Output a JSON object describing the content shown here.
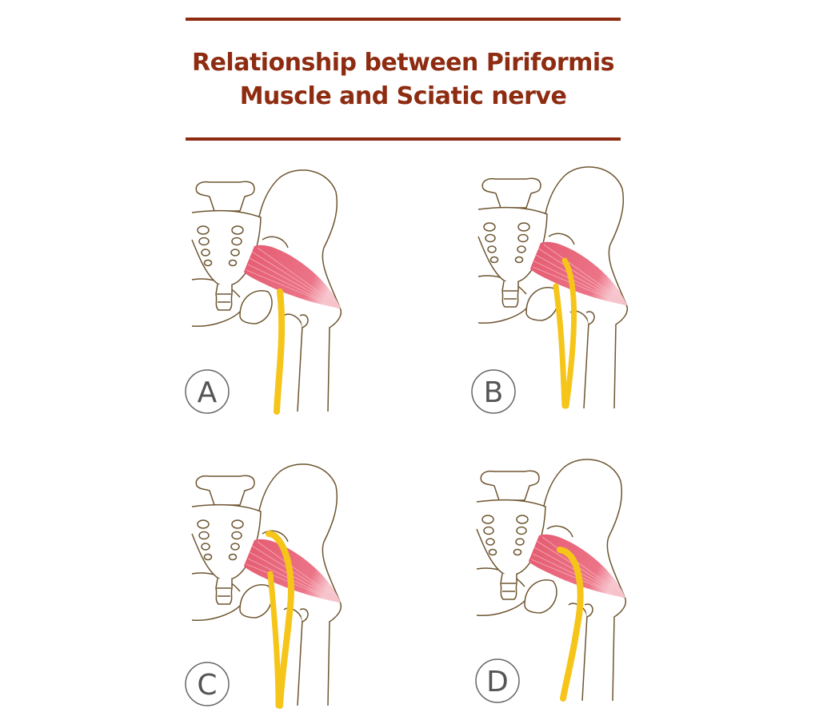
{
  "title_line1": "Relationship between Piriformis",
  "title_line2": "Muscle and Sciatic nerve",
  "panels": [
    {
      "label": "A",
      "variant": "nerve passes below muscle"
    },
    {
      "label": "B",
      "variant": "nerve divides, one branch through muscle, one below"
    },
    {
      "label": "C",
      "variant": "nerve divides, one branch above muscle, one below"
    },
    {
      "label": "D",
      "variant": "nerve passes through muscle"
    }
  ],
  "colors": {
    "title": "#8e2c12",
    "muscle": "#e9697c",
    "nerve": "#f6c519",
    "bone_outline": "#6e5530"
  }
}
